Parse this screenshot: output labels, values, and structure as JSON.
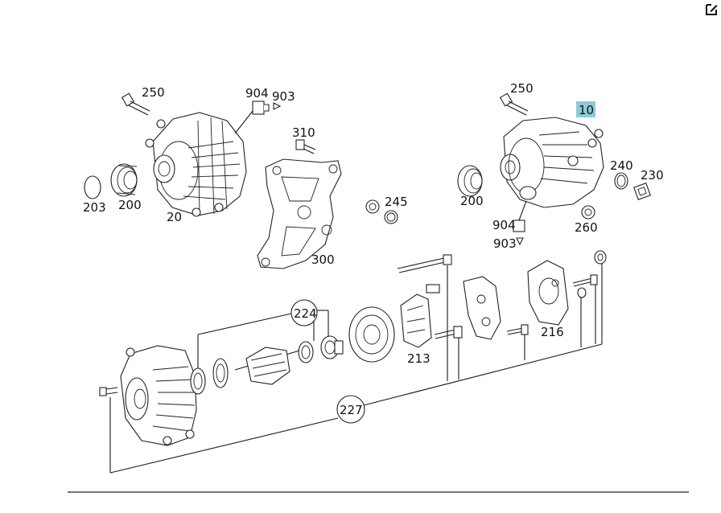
{
  "toolbar": {
    "edit_icon": "edit-icon"
  },
  "callouts": {
    "top_left_bolt": "250",
    "top_left_plug": "904",
    "top_left_clip": "903",
    "mount_bolt": "310",
    "mount_bracket": "300",
    "left_cap": "203",
    "left_pulley": "200",
    "left_alternator": "20",
    "seal_ring_mid": "245",
    "top_right_bolt": "250",
    "top_right_alternator": "10",
    "right_pulley": "200",
    "right_seal": "240",
    "right_plug": "230",
    "right_plug_lower": "904",
    "right_clip_lower": "903",
    "right_nut": "260",
    "bearing_group": "224",
    "rectifier": "213",
    "regulator": "216",
    "screw_group": "227"
  },
  "highlight_color": "#8ecbd6"
}
